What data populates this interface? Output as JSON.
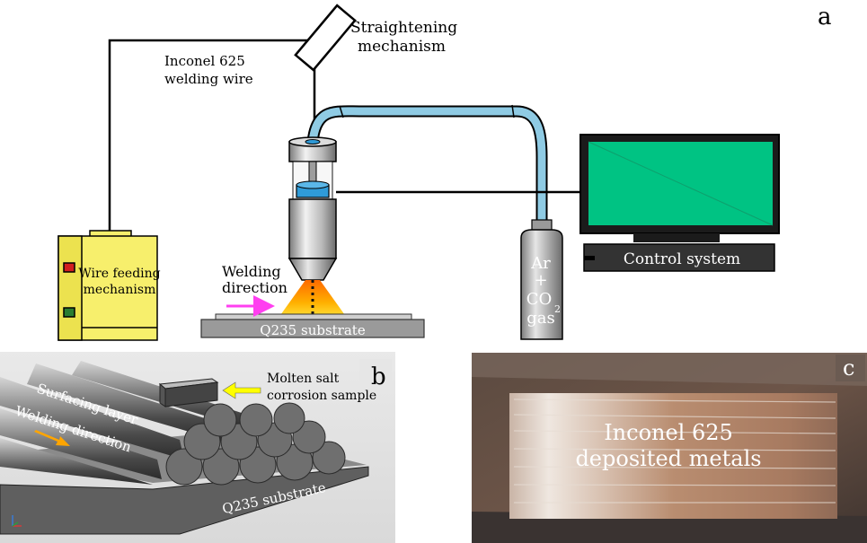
{
  "panel_a": {
    "label": "a",
    "straightening": [
      "Straightening",
      "mechanism"
    ],
    "wire": [
      "Inconel 625",
      "welding wire"
    ],
    "wire_feeder": [
      "Wire feeding",
      "mechanism"
    ],
    "welding_direction": [
      "Welding",
      "direction"
    ],
    "substrate": "Q235 substrate",
    "control_system": "Control system",
    "gas": {
      "ar": "Ar",
      "plus": "+",
      "co": "CO",
      "sub": "2",
      "gas": "gas"
    }
  },
  "panel_b": {
    "label": "b",
    "sample": [
      "Molten salt",
      "corrosion sample"
    ],
    "surfacing_layer": "Surfacing layer",
    "welding_direction": "Welding direction",
    "substrate": "Q235 substrate"
  },
  "panel_c": {
    "label": "c",
    "deposit": [
      "Inconel 625",
      "deposited metals"
    ]
  },
  "colors": {
    "monitor_screen": "#00c383",
    "feeder_yellow": "#f7ef6c",
    "gas_pipe": "#8fcbe4",
    "arrow_magenta": "#ff3ff0",
    "arrow_yellow": "#ffff00",
    "arrow_orange": "#ffa500",
    "torch_blue": "#2f9bd8"
  }
}
